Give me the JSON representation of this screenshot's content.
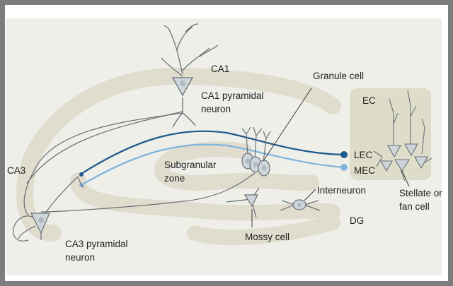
{
  "labels": {
    "ca1": "CA1",
    "ca1_pyramidal": [
      "CA1 pyramidal",
      "neuron"
    ],
    "ca3": "CA3",
    "ca3_pyramidal": [
      "CA3 pyramidal",
      "neuron"
    ],
    "granule_cell": "Granule cell",
    "subgranular_zone": [
      "Subgranular",
      "zone"
    ],
    "ec": "EC",
    "lec": "LEC",
    "mec": "MEC",
    "stellate": [
      "Stellate or",
      "fan cell"
    ],
    "interneuron": "Interneuron",
    "mossy_cell": "Mossy cell",
    "dg": "DG"
  },
  "colors": {
    "background_panel": "#efefe9",
    "hippocampal_band": "#e0ddcf",
    "ec_box": "#deddca",
    "neuron_fill": "#cfd6db",
    "neuron_outline": "#6a6f73",
    "lec_pathway": "#1f5a8c",
    "mec_pathway": "#7fb4dc",
    "frame": "#7d7d7d"
  }
}
